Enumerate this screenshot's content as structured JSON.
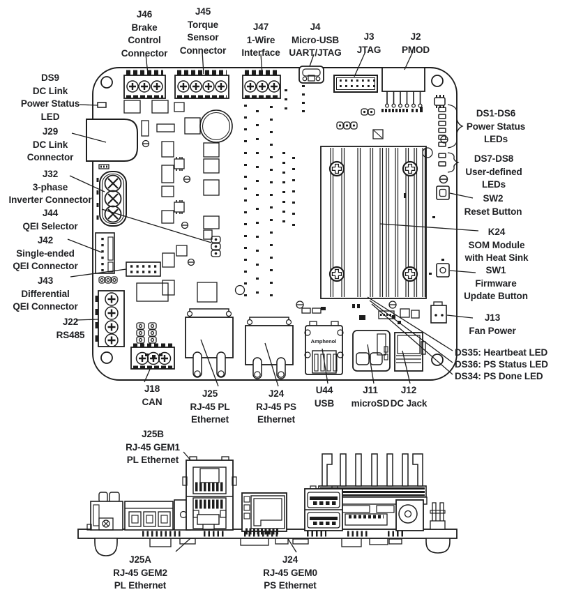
{
  "colors": {
    "background": "#ffffff",
    "line": "#1c1c1c",
    "text": "#202124"
  },
  "labels": {
    "j46": "J46\nBrake\nControl\nConnector",
    "j45": "J45\nTorque\nSensor\nConnector",
    "j47": "J47\n1-Wire\nInterface",
    "j4": "J4\nMicro-USB\nUART/JTAG",
    "j3": "J3\nJTAG",
    "j2": "J2\nPMOD",
    "ds9": "DS9\nDC Link\nPower Status\nLED",
    "j29": "J29\nDC Link\nConnector",
    "j32": "J32\n3-phase\nInverter Connector",
    "j44": "J44\nQEI Selector",
    "j42": "J42\nSingle-ended\nQEI Connector",
    "j43": "J43\nDifferential\nQEI Connector",
    "j22": "J22\nRS485",
    "j18": "J18\nCAN",
    "ds1_ds6": "DS1-DS6\nPower Status\nLEDs",
    "ds7_ds8": "DS7-DS8\nUser-defined\nLEDs",
    "sw2": "SW2\nReset Button",
    "k24": "K24\nSOM Module\nwith Heat Sink",
    "sw1": "SW1\nFirmware\nUpdate Button",
    "j13": "J13\nFan Power",
    "ds35": "DS35: Heartbeat LED",
    "ds36": "DS36: PS Status LED",
    "ds34": "DS34: PS Done LED",
    "j25": "J25\nRJ-45 PL\nEthernet",
    "j24_top": "J24\nRJ-45 PS\nEthernet",
    "u44": "U44\nUSB",
    "j11": "J11\nmicroSD",
    "j12": "J12\nDC Jack",
    "j25b": "J25B\nRJ-45 GEM1\nPL Ethernet",
    "j25a": "J25A\nRJ-45  GEM2\nPL Ethernet",
    "j24_side": "J24\nRJ-45 GEM0\nPS Ethernet",
    "amphenol": "Amphenol"
  }
}
